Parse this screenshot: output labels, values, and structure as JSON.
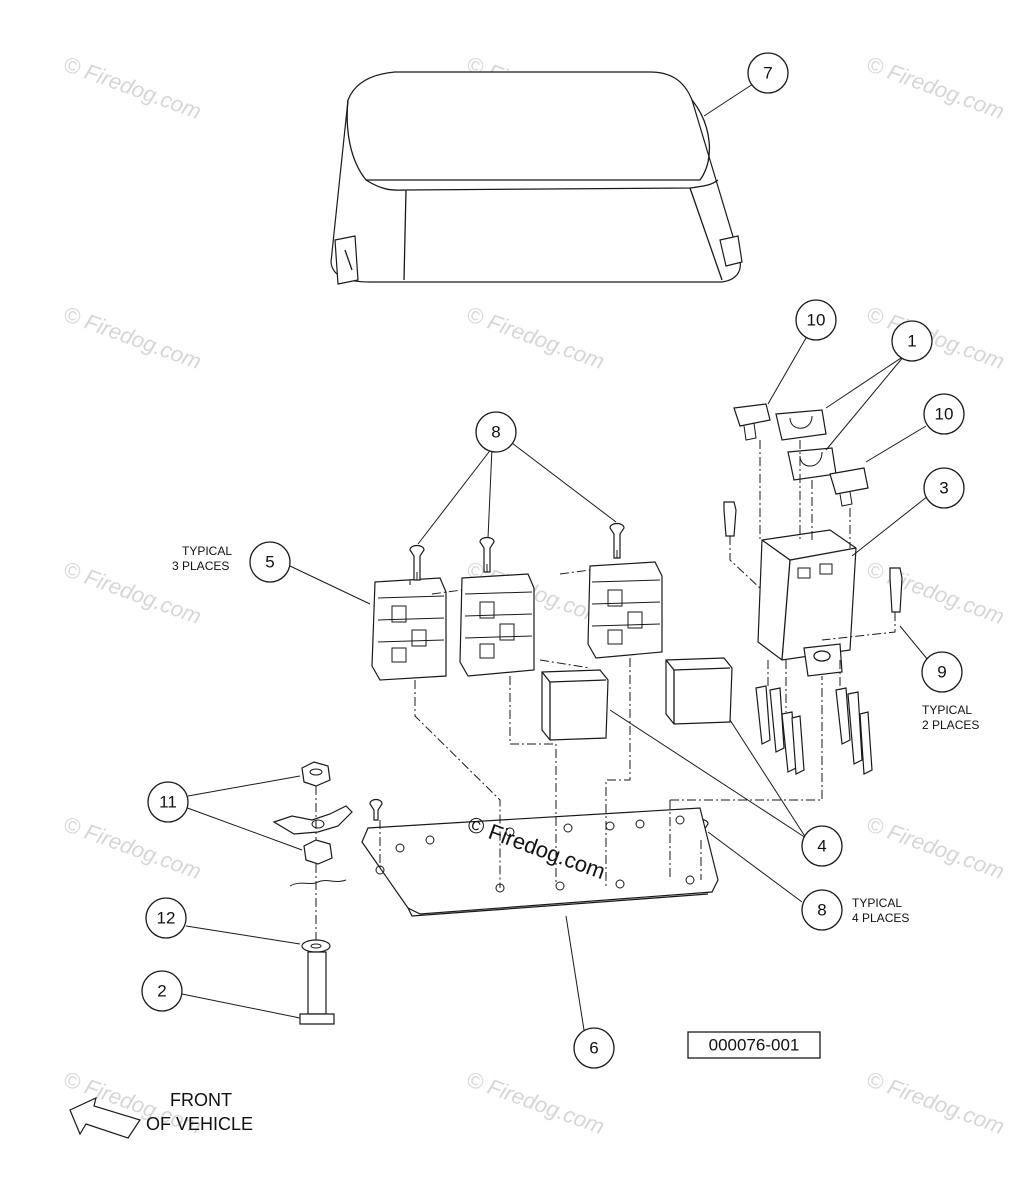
{
  "callouts": {
    "c1": "1",
    "c2": "2",
    "c3": "3",
    "c4": "4",
    "c5": "5",
    "c6": "6",
    "c7": "7",
    "c8a": "8",
    "c8b": "8",
    "c9": "9",
    "c10a": "10",
    "c10b": "10",
    "c11": "11",
    "c12": "12"
  },
  "notes": {
    "typ3_line1": "TYPICAL",
    "typ3_line2": "3 PLACES",
    "typ2_line1": "TYPICAL",
    "typ2_line2": "2 PLACES",
    "typ4_line1": "TYPICAL",
    "typ4_line2": "4 PLACES"
  },
  "front": {
    "line1": "FRONT",
    "line2": "OF VEHICLE"
  },
  "part_number": "000076-001",
  "watermark": "© Firedog.com"
}
